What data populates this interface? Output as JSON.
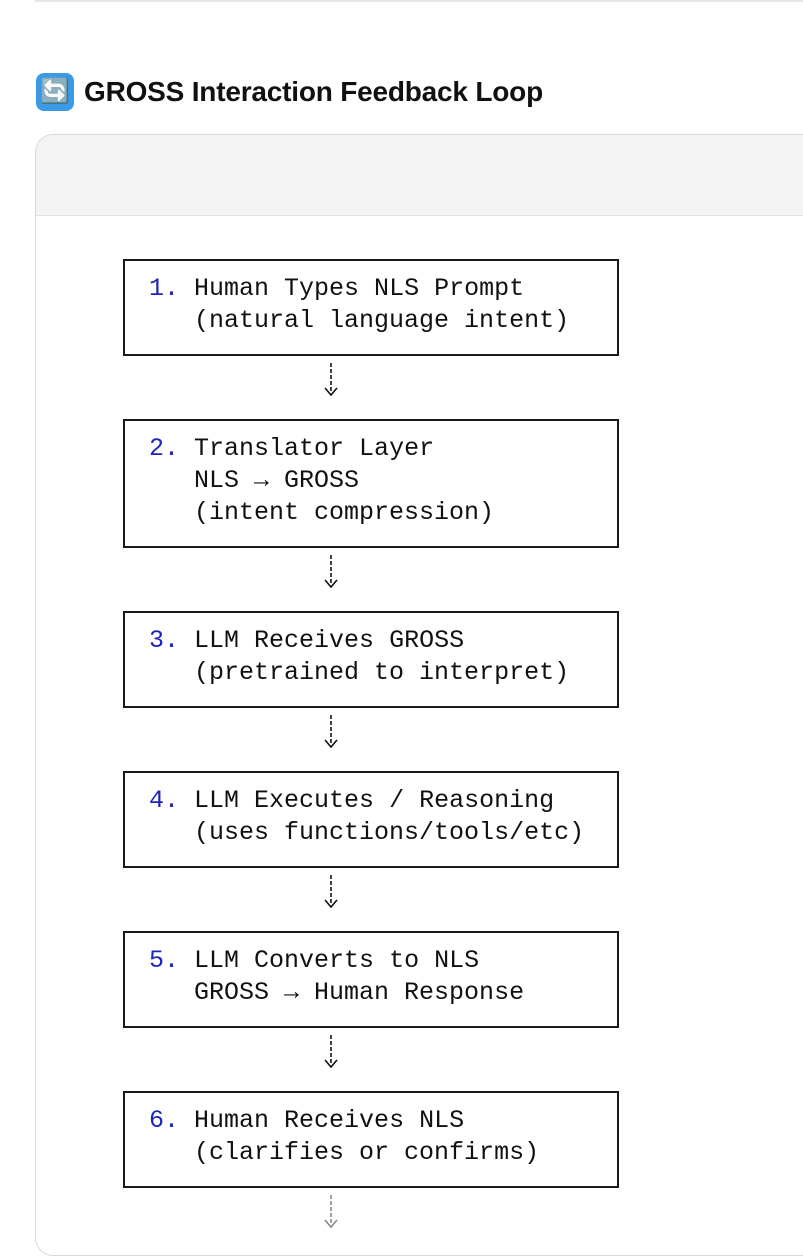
{
  "heading": {
    "icon": "counterclockwise-arrows-icon",
    "icon_glyph": "🔄",
    "title": "GROSS Interaction Feedback Loop"
  },
  "steps": [
    {
      "number": "1.",
      "lines": [
        "Human Types NLS Prompt",
        "(natural language intent)"
      ]
    },
    {
      "number": "2.",
      "lines": [
        "Translator Layer",
        "NLS → GROSS",
        "(intent compression)"
      ]
    },
    {
      "number": "3.",
      "lines": [
        "LLM Receives GROSS",
        "(pretrained to interpret)"
      ]
    },
    {
      "number": "4.",
      "lines": [
        "LLM Executes / Reasoning",
        "(uses functions/tools/etc)"
      ]
    },
    {
      "number": "5.",
      "lines": [
        "LLM Converts to NLS",
        "GROSS → Human Response"
      ]
    },
    {
      "number": "6.",
      "lines": [
        "Human Receives NLS",
        "(clarifies or confirms)"
      ]
    }
  ],
  "arrow_glyph": "↓",
  "colors": {
    "step_number": "#1f24b8",
    "box_border": "#1a1a1a",
    "header_bg": "#f3f3f3"
  }
}
